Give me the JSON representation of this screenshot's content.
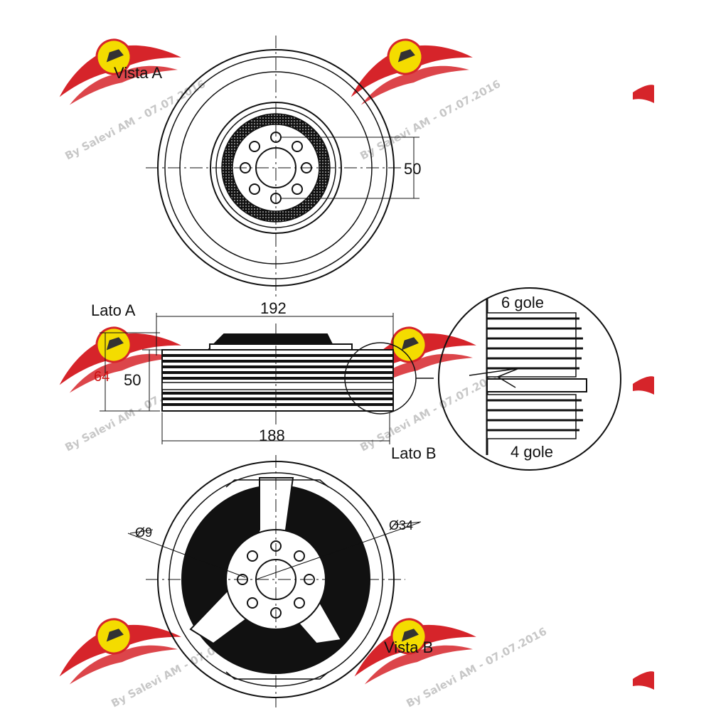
{
  "labels": {
    "vista_a": "Vista A",
    "vista_b": "Vista B",
    "lato_a": "Lato A",
    "lato_b": "Lato B",
    "dim_192": "192",
    "dim_188": "188",
    "dim_64": "64",
    "dim_50_side": "50",
    "dim_50_top": "50",
    "grooves_6": "6 gole",
    "grooves_4": "4 gole",
    "dia_9": "Ø9",
    "dia_34": "Ø34"
  },
  "watermark": {
    "text": "By Salevi AM - 07.07.2016"
  },
  "colors": {
    "line": "#111111",
    "dim_red": "#cc1111",
    "wing_red": "#d6242a",
    "logo_yellow": "#f4dc00"
  }
}
